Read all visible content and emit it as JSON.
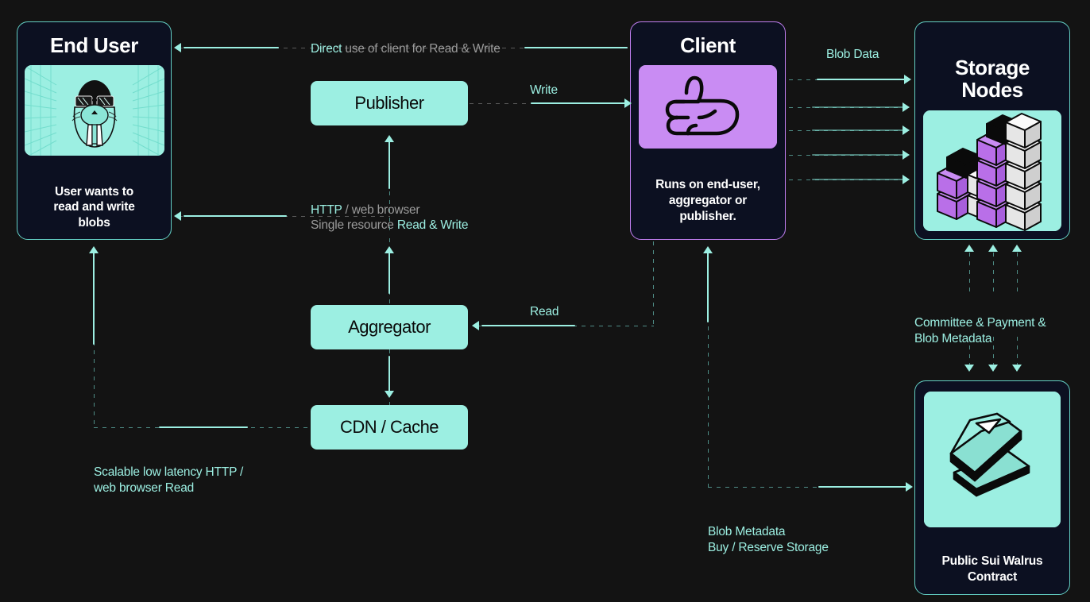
{
  "theme": {
    "background": "#131313",
    "card_background": "#0c1021",
    "mint": "#9cefe2",
    "purple": "#c98cf3",
    "teal_border": "#63cfc4",
    "purple_border": "#c07ef0",
    "gray_text": "#9b9b9b",
    "white": "#ffffff"
  },
  "cards": {
    "end_user": {
      "title": "End User",
      "caption": "User wants to\nread and write\nblobs",
      "icon": "walrus-avatar-icon"
    },
    "client": {
      "title": "Client",
      "caption": "Runs on end-user,\naggregator or\npublisher.",
      "icon": "thumbs-up-icon"
    },
    "storage": {
      "title": "Storage\nNodes",
      "caption": "",
      "icon": "server-stack-icon"
    },
    "contract": {
      "title": "",
      "caption": "Public Sui Walrus\nContract",
      "icon": "documents-stack-icon"
    }
  },
  "boxes": {
    "publisher": "Publisher",
    "aggregator": "Aggregator",
    "cdn": "CDN / Cache"
  },
  "labels": {
    "direct": {
      "mint": "Direct",
      "gray": " use of client for Read & Write"
    },
    "write": "Write",
    "blob_data": "Blob Data",
    "http_line1": {
      "mint": "HTTP",
      "gray": " / web browser"
    },
    "http_line2": {
      "gray": "Single resource ",
      "mint": "Read & Write"
    },
    "read": "Read",
    "committee": "Committee & Payment &\nBlob Metadata",
    "scalable": "Scalable low latency HTTP /\nweb browser Read",
    "blob_metadata": "Blob Metadata\nBuy / Reserve Storage"
  }
}
